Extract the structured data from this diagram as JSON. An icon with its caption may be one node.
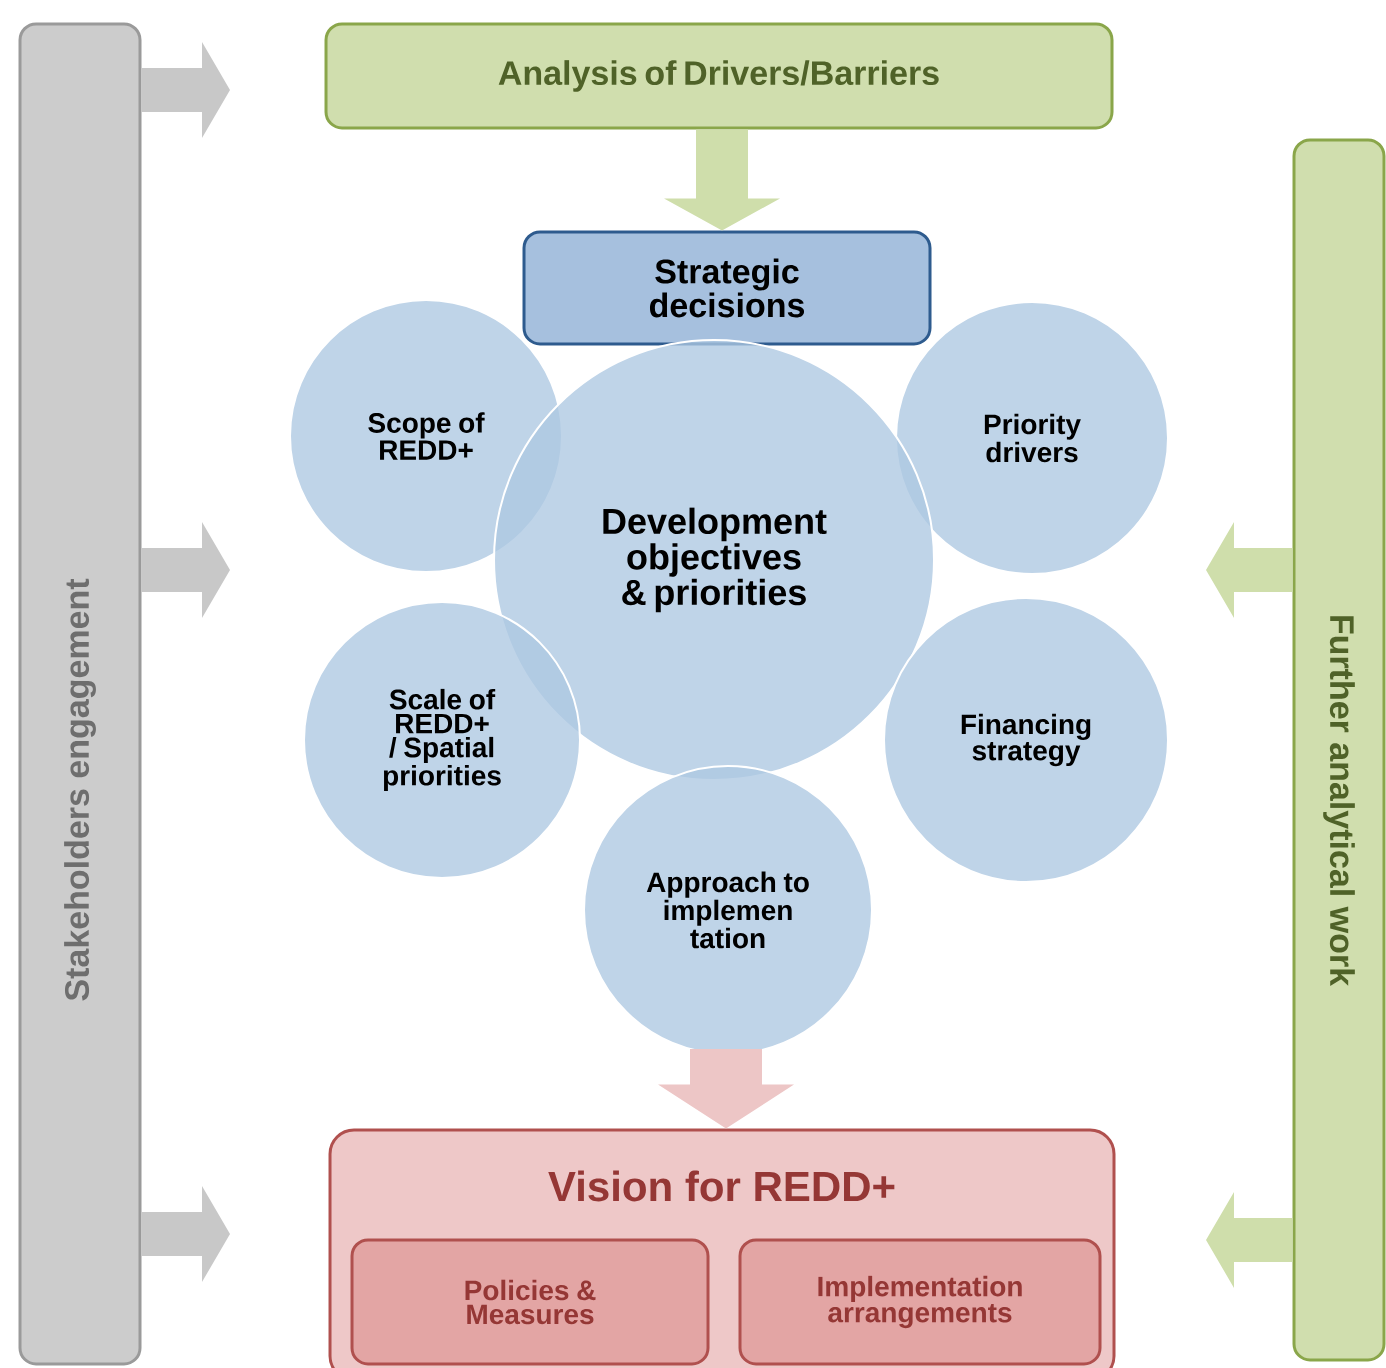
{
  "diagram": {
    "nodes": [
      {
        "text": [
          "Stakeholders engagement"
        ]
      },
      {
        "text": [
          "Analysis of Drivers/Barriers"
        ]
      },
      {
        "text": [
          "Further analytical work"
        ]
      },
      {
        "text": [
          "Strategic decisions"
        ]
      },
      {
        "text": [
          "Scope of REDD+"
        ]
      },
      {
        "text": [
          "Priority drivers"
        ]
      },
      {
        "text": [
          "Development objectives & priorities"
        ]
      },
      {
        "text": [
          "Scale of REDD+ / Spatial priorities"
        ]
      },
      {
        "text": [
          "Financing strategy"
        ]
      },
      {
        "text": [
          "Approach to implemen tation"
        ]
      },
      {
        "text": [
          "Vision for REDD+"
        ]
      },
      {
        "text": [
          "Policies & Measures"
        ],
        "in": 10
      },
      {
        "text": [
          "Implementation arrangements"
        ],
        "in": 10
      }
    ],
    "edges": [
      {
        "from": 0,
        "to": null,
        "arrow": "to",
        "color": "#c8c8c8"
      },
      {
        "from": 0,
        "to": null,
        "arrow": "to",
        "color": "#c8c8c8"
      },
      {
        "from": 0,
        "to": null,
        "arrow": "to",
        "color": "#c8c8c8"
      },
      {
        "from": 1,
        "to": 3,
        "arrow": "to",
        "color": "#cfdeab"
      },
      {
        "from": 2,
        "to": null,
        "arrow": "to",
        "color": "#cfdeab"
      },
      {
        "from": 2,
        "to": null,
        "arrow": "to",
        "color": "#cfdeab"
      },
      {
        "from": 9,
        "to": 10,
        "arrow": "to",
        "color": "#edc6c6"
      }
    ]
  }
}
